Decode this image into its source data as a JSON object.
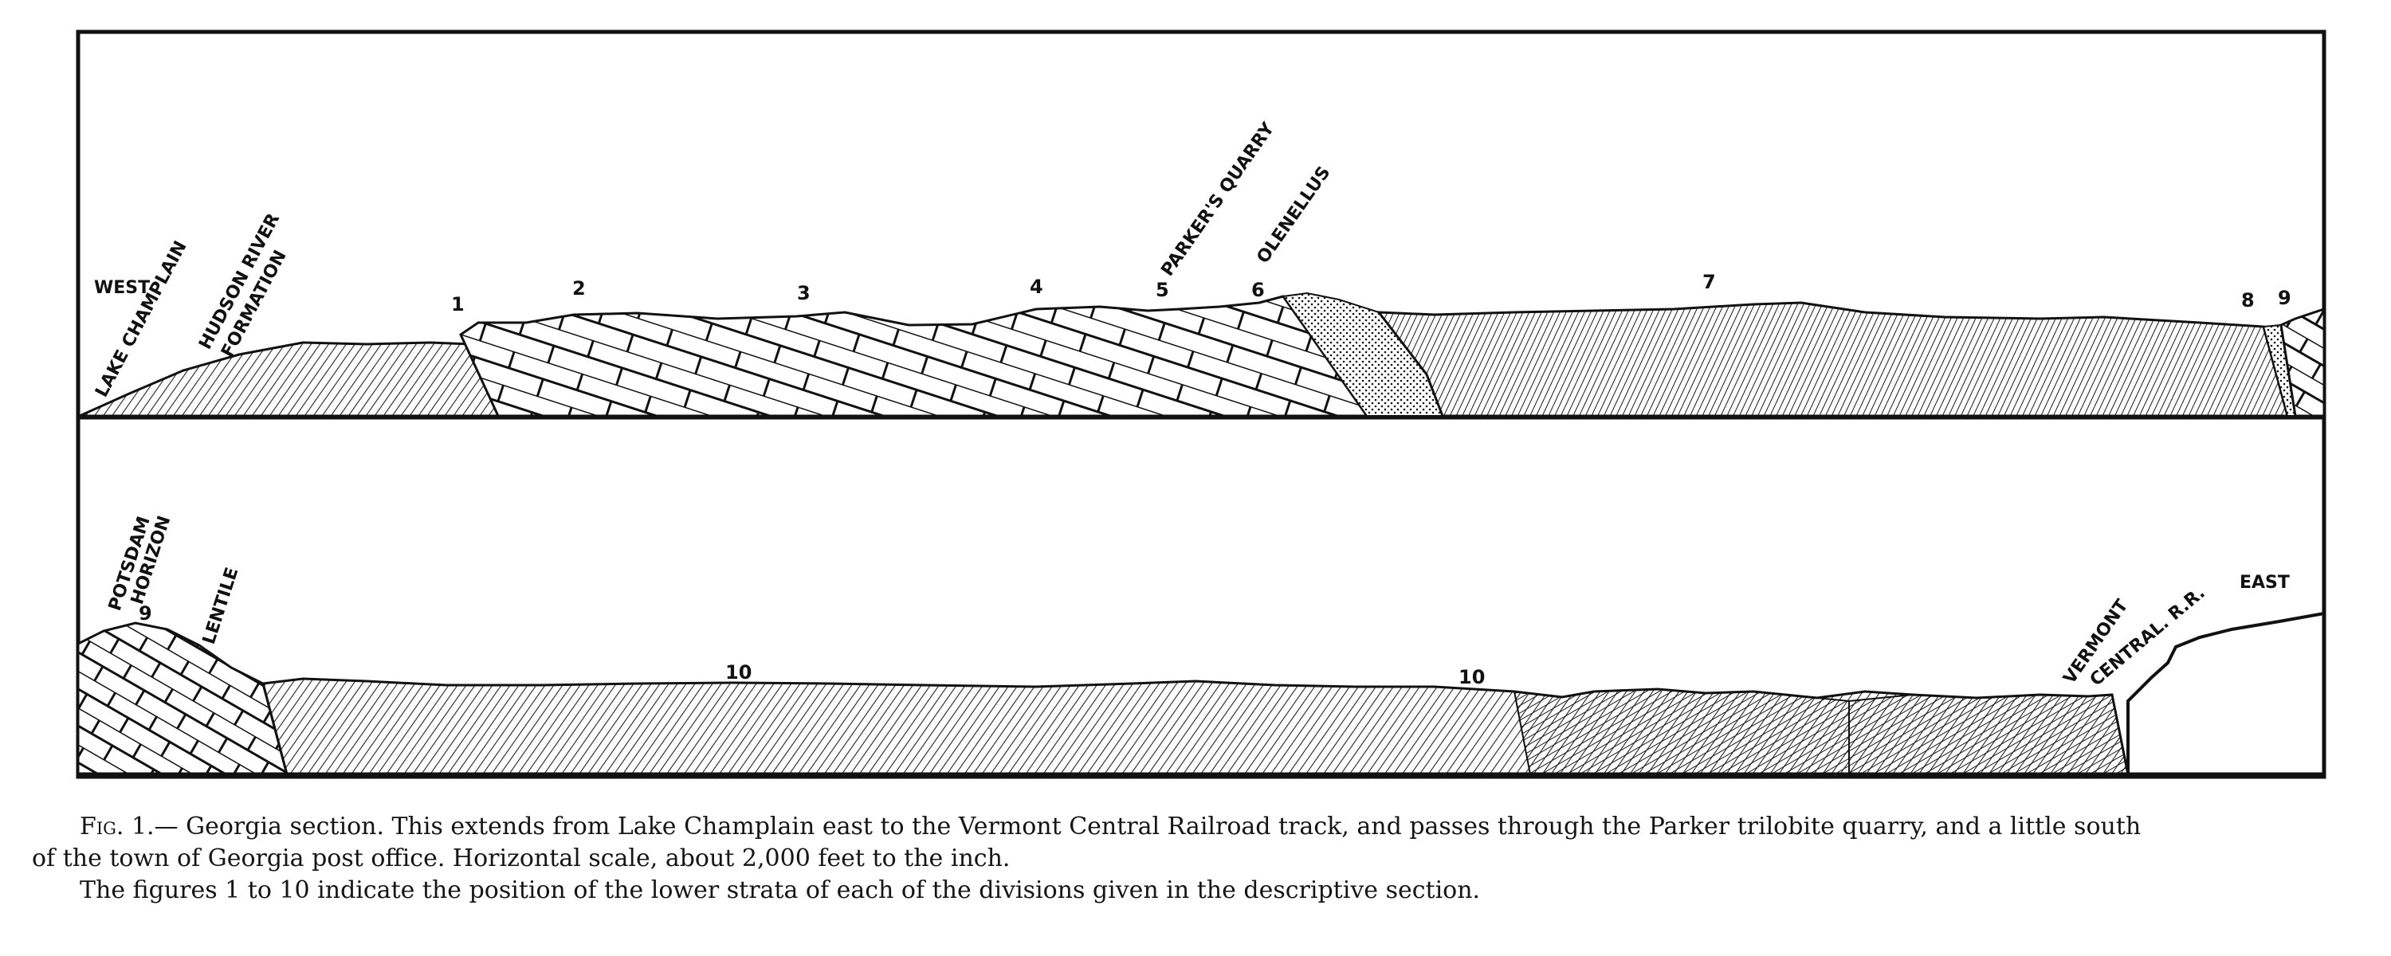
{
  "upper_section": {
    "labels": {
      "west": "WEST",
      "lake_champlain": "LAKE CHAMPLAIN",
      "hudson_river_1": "HUDSON RIVER",
      "hudson_river_2": "FORMATION",
      "parkers_quarry": "PARKER'S QUARRY",
      "olenellus": "OLENELLUS"
    },
    "strata_numbers": [
      "1",
      "2",
      "3",
      "4",
      "5",
      "6",
      "7",
      "8",
      "9"
    ]
  },
  "lower_section": {
    "labels": {
      "potsdam_1": "POTSDAM",
      "potsdam_2": "HORIZON",
      "lentile": "LENTILE",
      "vermont_1": "VERMONT",
      "vermont_2": "CENTRAL. R.R.",
      "east": "EAST"
    },
    "strata_numbers": [
      "9",
      "10",
      "10"
    ]
  },
  "caption": {
    "fig_label": "Fig. 1.",
    "line1": "— Georgia section.    This extends from Lake Champlain east to the Vermont Central Railroad track, and passes through the Parker trilobite quarry, and a little south",
    "line2": "of the town of Georgia post office.   Horizontal scale, about 2,000 feet to the inch.",
    "line3": "The figures 1 to 10 indicate the position of the lower strata of each of the divisions given in the descriptive section."
  }
}
